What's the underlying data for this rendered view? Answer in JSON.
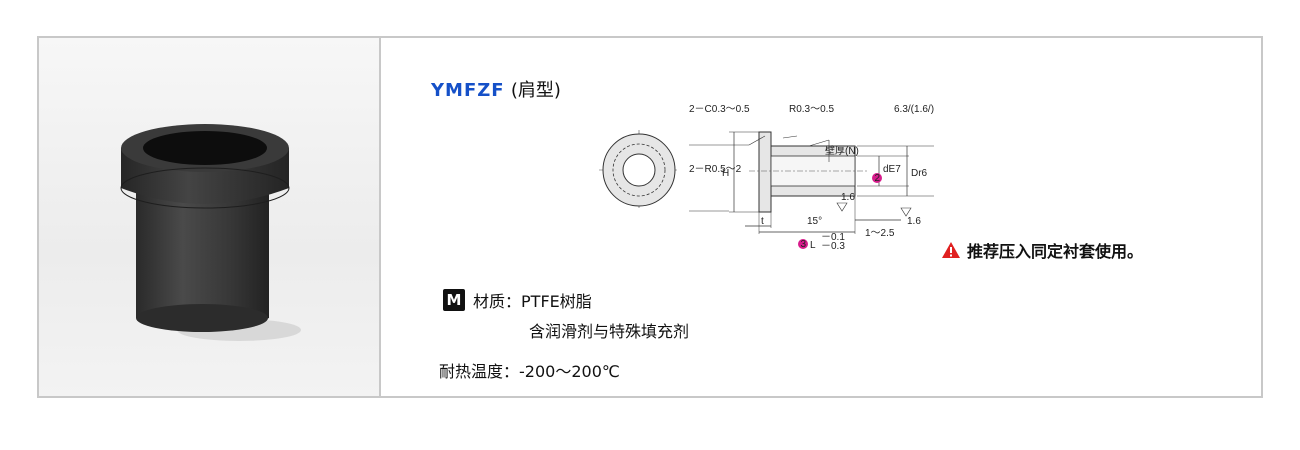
{
  "product": {
    "code": "YMFZF",
    "shape": "(肩型)"
  },
  "drawing": {
    "roughness": "6.3/(1.6/)",
    "chamfer_label": "2－C0.3～0.5",
    "radius_label": "R0.3～0.5",
    "wall_label": "壁厚(N)",
    "fillet_label": "2－R0.5～2",
    "h_label": "H",
    "d_label": "dE7",
    "D_label": "Dr6",
    "angle_label": "15°",
    "t_label": "t",
    "l_label": "L",
    "l_tol_upper": "－0.1",
    "l_tol_lower": "－0.3",
    "gap_label": "1～2.5",
    "finish_1": "1.6",
    "finish_2": "1.6",
    "marker_2": "2",
    "marker_3": "3"
  },
  "warning": {
    "text": "推荐压入同定衬套使用。",
    "color": "#e02020"
  },
  "material": {
    "badge": "M",
    "label": "材质：",
    "line1": "PTFE树脂",
    "line2": "含润滑剂与特殊填充剂"
  },
  "temperature": {
    "label": "耐热温度：",
    "value": "-200～200℃"
  },
  "colors": {
    "accent": "#1550c8",
    "marker": "#d81b8c",
    "border": "#c8c8c8"
  }
}
